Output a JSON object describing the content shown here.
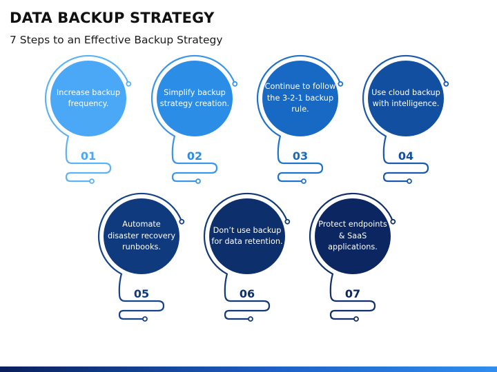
{
  "slide": {
    "title": "DATA BACKUP STRATEGY",
    "subtitle": "7 Steps to an Effective Backup Strategy"
  },
  "steps": [
    {
      "number": "01",
      "text": "Increase backup frequency.",
      "fill": "#4aa8f6",
      "stroke": "#5cb2f7"
    },
    {
      "number": "02",
      "text": "Simplify backup strategy creation.",
      "fill": "#2b8de6",
      "stroke": "#3a95ea"
    },
    {
      "number": "03",
      "text": "Continue to follow the 3-2-1 backup rule.",
      "fill": "#1769c4",
      "stroke": "#1e72cc"
    },
    {
      "number": "04",
      "text": "Use cloud backup with intelligence.",
      "fill": "#134fa0",
      "stroke": "#1a58ab"
    },
    {
      "number": "05",
      "text": "Automate disaster recovery runbooks.",
      "fill": "#0f3a7e",
      "stroke": "#15438a"
    },
    {
      "number": "06",
      "text": "Don’t use backup for data retention.",
      "fill": "#0d2f6c",
      "stroke": "#133877"
    },
    {
      "number": "07",
      "text": "Protect endpoints & SaaS applications.",
      "fill": "#0b2660",
      "stroke": "#112f6b"
    }
  ]
}
